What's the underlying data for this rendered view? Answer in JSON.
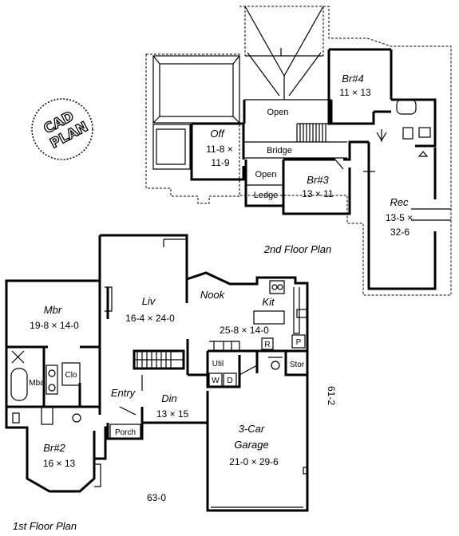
{
  "badge": {
    "line1": "CAD",
    "line2": "PLAN"
  },
  "second_floor": {
    "title": "2nd Floor Plan",
    "rooms": {
      "br4": {
        "name": "Br#4",
        "dim": "11 × 13"
      },
      "open_top": {
        "name": "Open"
      },
      "off": {
        "name": "Off",
        "dim1": "11-8 ×",
        "dim2": "11-9"
      },
      "bridge": {
        "name": "Bridge"
      },
      "open_mid": {
        "name": "Open"
      },
      "ledge": {
        "name": "Ledge"
      },
      "br3": {
        "name": "Br#3",
        "dim": "13 × 11"
      },
      "rec": {
        "name": "Rec",
        "dim1": "13-5 ×",
        "dim2": "32-6"
      }
    }
  },
  "first_floor": {
    "title": "1st Floor Plan",
    "rooms": {
      "mbr": {
        "name": "Mbr",
        "dim": "19-8 × 14-0"
      },
      "liv": {
        "name": "Liv",
        "dim": "16-4 × 24-0"
      },
      "nook": {
        "name": "Nook"
      },
      "kit": {
        "name": "Kit",
        "dim": "25-8 × 14-0"
      },
      "mba": {
        "name": "Mba"
      },
      "clo": {
        "name": "Clo"
      },
      "entry": {
        "name": "Entry"
      },
      "din": {
        "name": "Din",
        "dim": "13 × 15"
      },
      "util": {
        "name": "Util"
      },
      "w": {
        "name": "W"
      },
      "d": {
        "name": "D"
      },
      "r": {
        "name": "R"
      },
      "p": {
        "name": "P"
      },
      "stor": {
        "name": "Stor"
      },
      "porch": {
        "name": "Porch"
      },
      "br2": {
        "name": "Br#2",
        "dim": "16 × 13"
      },
      "garage": {
        "name1": "3-Car",
        "name2": "Garage",
        "dim": "21-0 × 29-6"
      }
    },
    "width_dim": "63-0",
    "depth_dim": "61-2"
  }
}
